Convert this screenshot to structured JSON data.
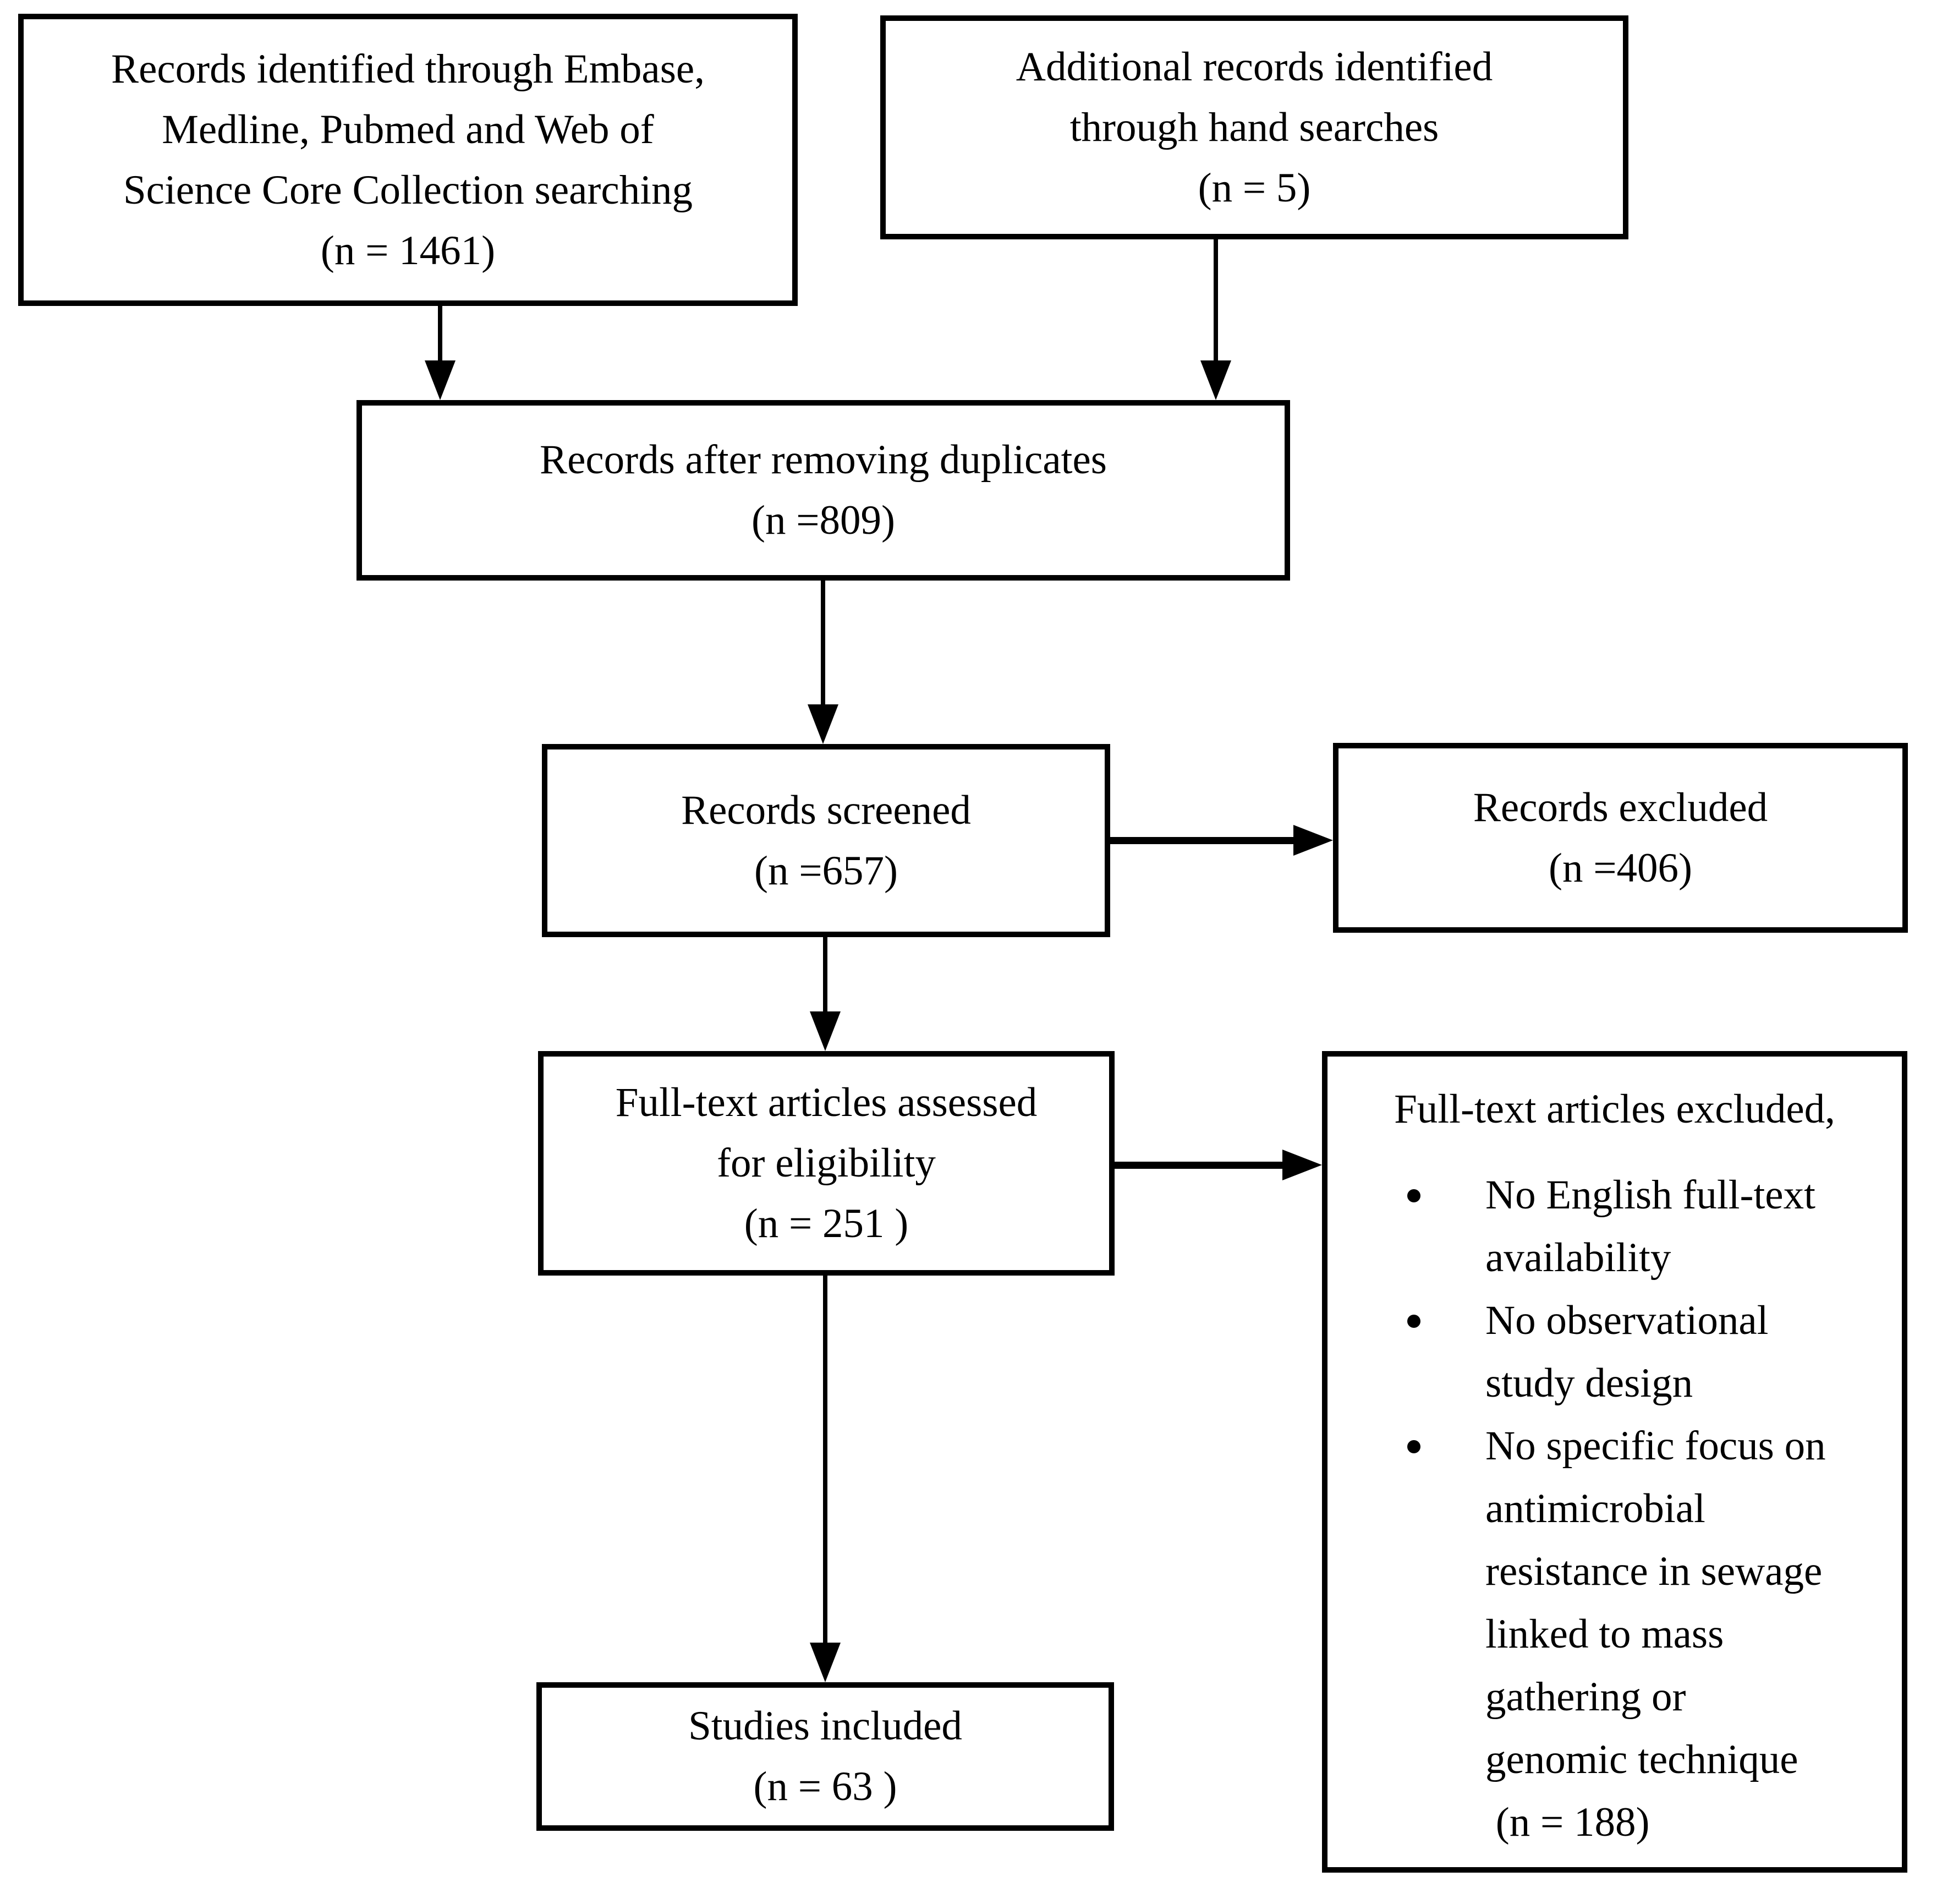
{
  "figure": {
    "type": "flow-diagram",
    "colors": {
      "border": "#000000",
      "background": "#ffffff",
      "text": "#000000"
    }
  },
  "boxes": {
    "records_identified": {
      "lines": [
        "Records identified through Embase,",
        "Medline, Pubmed and Web of",
        "Science Core Collection searching",
        "(n = 1461)"
      ]
    },
    "additional_records": {
      "lines": [
        "Additional records identified",
        "through hand searches",
        "(n = 5)"
      ]
    },
    "after_duplicates": {
      "lines": [
        "Records after removing duplicates",
        "(n =809)"
      ]
    },
    "records_screened": {
      "lines": [
        "Records screened",
        "(n =657)"
      ]
    },
    "records_excluded": {
      "lines": [
        "Records excluded",
        "(n =406)"
      ]
    },
    "fulltext_assessed": {
      "lines": [
        "Full-text articles assessed",
        "for eligibility",
        "(n = 251 )"
      ]
    },
    "fulltext_excluded": {
      "title": "Full-text articles excluded,",
      "bullets": [
        {
          "lines": [
            "No English full-text",
            "availability"
          ]
        },
        {
          "lines": [
            "No observational",
            "study design"
          ]
        },
        {
          "lines": [
            "No specific focus on",
            "antimicrobial",
            "resistance in sewage",
            "linked to mass",
            "gathering or",
            "genomic technique",
            " (n = 188)"
          ]
        }
      ]
    },
    "studies_included": {
      "lines": [
        "Studies included",
        "(n = 63 )"
      ]
    }
  }
}
